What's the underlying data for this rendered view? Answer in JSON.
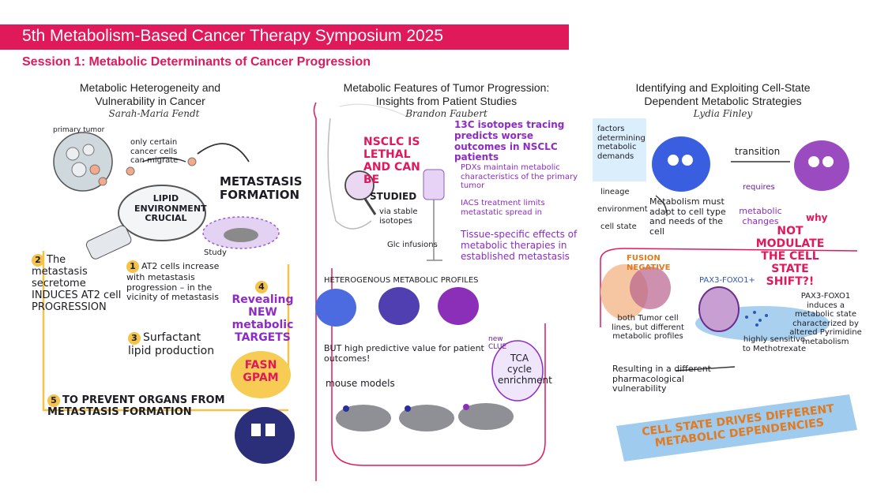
{
  "header": {
    "title": "5th Metabolism-Based Cancer Therapy Symposium 2025",
    "session": "Session 1: Metabolic Determinants of Cancer Progression"
  },
  "colors": {
    "brand": "#e0195b",
    "accent_purple": "#8e2bc4",
    "accent_blue": "#5b7be0",
    "highlight_yellow": "#f5c24a",
    "note_orange": "#f0a464"
  },
  "talks": [
    {
      "title": "Metabolic Heterogeneity and Vulnerability in Cancer",
      "speaker": "Sarah-Maria Fendt",
      "notes": {
        "primary_tumor": "primary tumor",
        "only_certain_cells": "only certain cancer cells can migrate",
        "metastasis_formation": "Metastasis FORMATION",
        "lipid_env": "LIPID ENVIRONMENT CRUCIAL",
        "study": "Study",
        "point1_num": "1",
        "point1": "AT2 cells increase with metastasis progression – in the vicinity of metastasis",
        "point2_num": "2",
        "point2": "The metastasis secretome INDUCES AT2 cell PROGRESSION",
        "point3_num": "3",
        "point3": "Surfactant lipid production",
        "point4_num": "4",
        "point4": "Revealing NEW metabolic TARGETS",
        "targets": "FASN GPAM",
        "point5_num": "5",
        "point5": "TO PREVENT ORGANS FROM METASTASIS FORMATION"
      }
    },
    {
      "title": "Metabolic Features of Tumor Progression: Insights from Patient Studies",
      "speaker": "Brandon Faubert",
      "notes": {
        "nsclc": "NSCLC is lethal and can be",
        "studied": "STUDIED",
        "via_isotopes": "via stable isotopes",
        "glc": "Glc infusions",
        "b1": "13C isotopes tracing predicts worse outcomes in NSCLC patients",
        "b2": "PDXs maintain metabolic characteristics of the primary tumor",
        "b3": "IACS treatment limits metastatic spread in",
        "b4": "Tissue-specific effects of metabolic therapies in established metastasis",
        "heterogenous": "HETEROGENOUS METABOLIC PROFILES",
        "but": "BUT high predictive value for patient outcomes!",
        "mouse_models": "mouse models",
        "new_clue": "new CLUE",
        "tca": "TCA cycle enrichment"
      }
    },
    {
      "title": "Identifying and Exploiting Cell-State Dependent Metabolic Strategies",
      "speaker": "Lydia Finley",
      "notes": {
        "factors": "factors determining metabolic demands",
        "lineage": "lineage",
        "environment": "environment",
        "cell_state": "cell state",
        "metabolism_adapt": "Metabolism must adapt to cell type and needs of the cell",
        "transition": "transition",
        "requires": "requires",
        "metabolic_changes": "metabolic changes",
        "why": "why",
        "not_modulate": "NOT MODULATE the cell state SHIFT?!",
        "fusion_negative": "FUSION NEGATIVE",
        "pax3": "PAX3-FOXO1+",
        "pax3_note": "PAX3-FOXO1 induces a metabolic state characterized by altered Pyrimidine metabolism",
        "both": "both Tumor cell lines, but different metabolic profiles",
        "highly_sensitive": "highly sensitive to Methotrexate",
        "resulting": "Resulting in a different pharmacological vulnerability",
        "banner": "CELL STATE DRIVES DIFFERENT METABOLIC DEPENDENCIES"
      }
    }
  ]
}
